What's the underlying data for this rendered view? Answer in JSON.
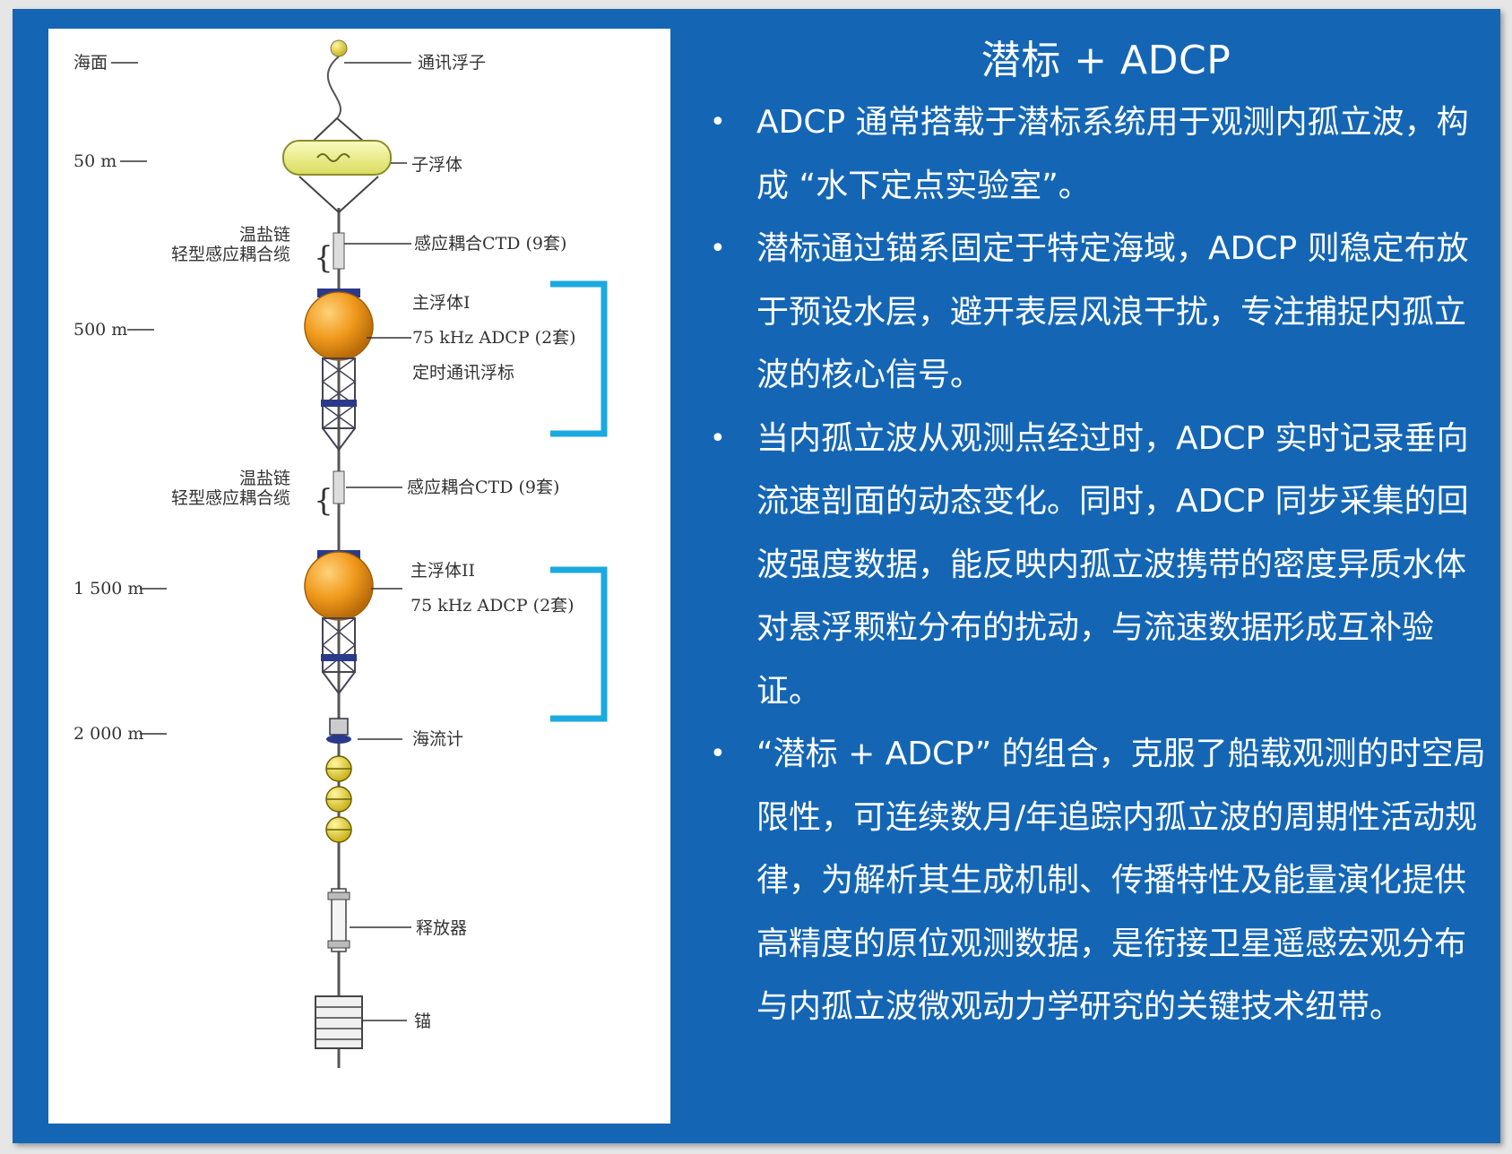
{
  "diagram": {
    "depth_labels": [
      "海面",
      "50 m",
      "500 m",
      "1 500 m",
      "2 000 m"
    ],
    "components": {
      "comm_buoy": "通讯浮子",
      "sub_float": "子浮体",
      "ts_chain": "温盐链",
      "inductive_cable": "轻型感应耦合缆",
      "ctd_1": "感应耦合CTD (9套)",
      "main_float_1": "主浮体I",
      "adcp_1": "75 kHz ADCP (2套)",
      "timed_beacon": "定时通讯浮标",
      "ts_chain_2": "温盐链",
      "inductive_cable_2": "轻型感应耦合缆",
      "ctd_2": "感应耦合CTD (9套)",
      "main_float_2": "主浮体II",
      "adcp_2": "75 kHz ADCP (2套)",
      "current_meter": "海流计",
      "release": "释放器",
      "anchor": "锚"
    },
    "colors": {
      "bracket": "#1ba9e0",
      "main_float": "#f09a1c",
      "sub_float": "#eef08a",
      "frame": "#445",
      "glass_ball": "#c9b21a"
    }
  },
  "title": "潜标 + ADCP",
  "bullets": [
    "ADCP 通常搭载于潜标系统用于观测内孤立波，构成 “水下定点实验室”。",
    "潜标通过锚系固定于特定海域，ADCP 则稳定布放于预设水层，避开表层风浪干扰，专注捕捉内孤立波的核心信号。",
    "当内孤立波从观测点经过时，ADCP 实时记录垂向流速剖面的动态变化。同时，ADCP 同步采集的回波强度数据，能反映内孤立波携带的密度异质水体对悬浮颗粒分布的扰动，与流速数据形成互补验证。",
    " “潜标 + ADCP” 的组合，克服了船载观测的时空局限性，可连续数月/年追踪内孤立波的周期性活动规律，为解析其生成机制、传播特性及能量演化提供高精度的原位观测数据，是衔接卫星遥感宏观分布与内孤立波微观动力学研究的关键技术纽带。"
  ],
  "bullet_symbol": "•"
}
